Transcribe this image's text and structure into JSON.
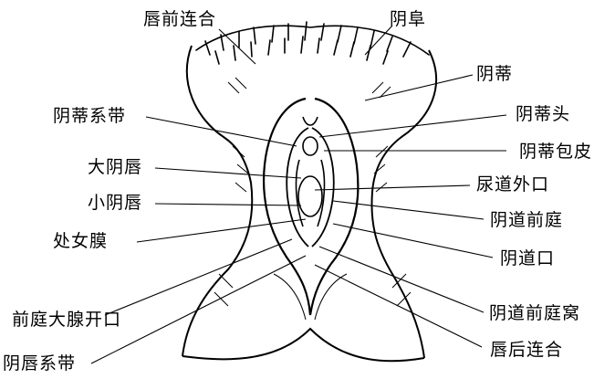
{
  "labels": {
    "labial_commissure_anterior": "唇前连合",
    "mons_pubis": "阴阜",
    "clitoris": "阴蒂",
    "frenulum_of_clitoris": "阴蒂系带",
    "glans_of_clitoris": "阴蒂头",
    "prepuce_of_clitoris": "阴蒂包皮",
    "labia_majora": "大阴唇",
    "urethral_orifice": "尿道外口",
    "labia_minora": "小阴唇",
    "vestibule": "阴道前庭",
    "hymen": "处女膜",
    "vaginal_orifice": "阴道口",
    "bartholin_gland_opening": "前庭大腺开口",
    "vestibular_fossa": "阴道前庭窝",
    "frenulum_of_labia": "阴唇系带",
    "labial_commissure_posterior": "唇后连合"
  },
  "colors": {
    "ink": "#000000",
    "paper": "#ffffff"
  }
}
